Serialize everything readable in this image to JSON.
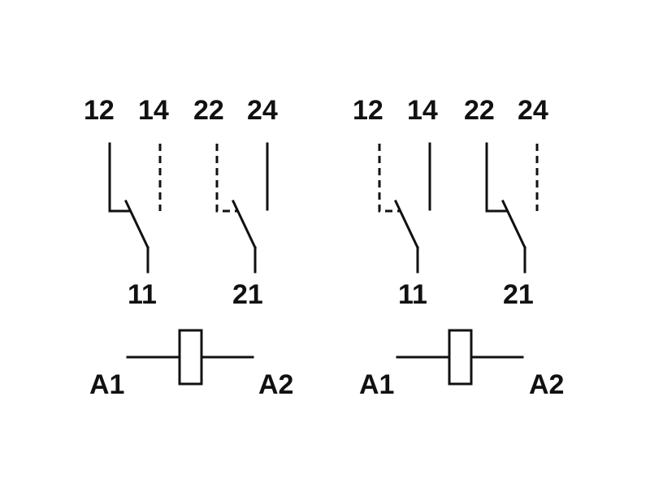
{
  "relays": [
    {
      "terminals": {
        "t12": "12",
        "t14": "14",
        "t22": "22",
        "t24": "24",
        "t11": "11",
        "t21": "21"
      },
      "coil": {
        "a1": "A1",
        "a2": "A2"
      }
    },
    {
      "terminals": {
        "t12": "12",
        "t14": "14",
        "t22": "22",
        "t24": "24",
        "t11": "11",
        "t21": "21"
      },
      "coil": {
        "a1": "A1",
        "a2": "A2"
      }
    }
  ],
  "colors": {
    "stroke": "#111111",
    "background": "#ffffff"
  }
}
